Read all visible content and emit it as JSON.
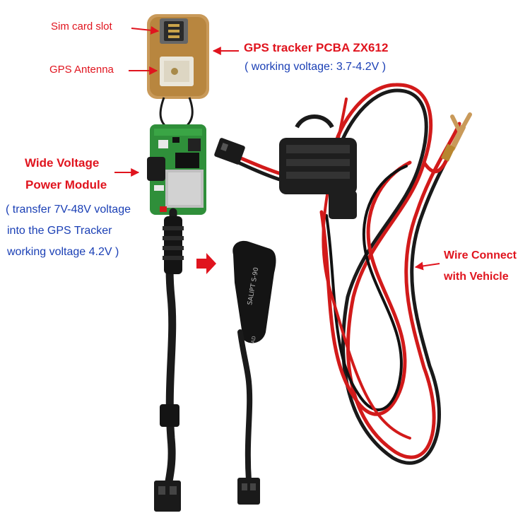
{
  "labels": {
    "sim_card_slot": "Sim card slot",
    "gps_antenna": "GPS Antenna",
    "pcba_title": "GPS tracker PCBA ZX612",
    "pcba_voltage": "( working voltage: 3.7-4.2V )",
    "power_module_line1": "Wide Voltage",
    "power_module_line2": "Power Module",
    "transfer_line1": "( transfer 7V-48V voltage",
    "transfer_line2": "into the GPS Tracker",
    "transfer_line3": "working voltage 4.2V )",
    "wire_line1": "Wire Connect",
    "wire_line2": "with Vehicle",
    "module_print": "SALIPT S-90",
    "module_print_small": "AD"
  },
  "colors": {
    "label_red": "#e0141e",
    "label_blue": "#1a3fb5",
    "pcb_gold": "#c99a5a",
    "pcb_green": "#2f8f3a",
    "cable_black": "#1a1a1a",
    "wire_red": "#d21a1a"
  }
}
